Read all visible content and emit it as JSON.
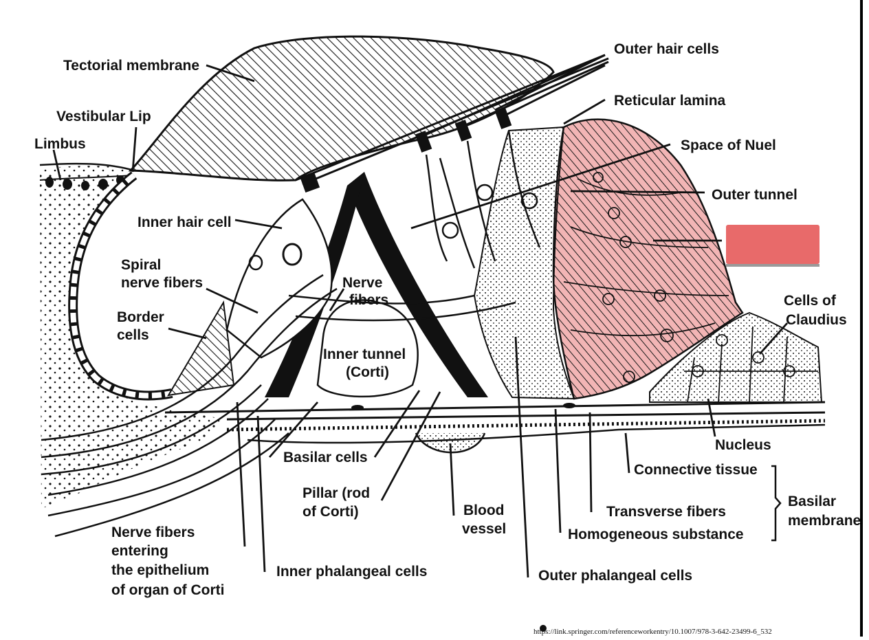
{
  "labels": {
    "tectorial_membrane": "Tectorial membrane",
    "vestibular_lip": "Vestibular Lip",
    "limbus": "Limbus",
    "inner_hair_cell": "Inner hair cell",
    "spiral_nerve_fibers_1": "Spiral",
    "spiral_nerve_fibers_2": "nerve fibers",
    "border_cells_1": "Border",
    "border_cells_2": "cells",
    "nerve_fibers_1": "Nerve",
    "nerve_fibers_2": "fibers",
    "inner_tunnel_1": "Inner tunnel",
    "inner_tunnel_2": "(Corti)",
    "outer_hair_cells": "Outer hair cells",
    "reticular_lamina": "Reticular lamina",
    "space_of_nuel": "Space of Nuel",
    "outer_tunnel": "Outer tunnel",
    "cells_of_claudius_1": "Cells of",
    "cells_of_claudius_2": "Claudius",
    "nucleus": "Nucleus",
    "connective_tissue": "Connective tissue",
    "basilar_membrane_1": "Basilar",
    "basilar_membrane_2": "membrane",
    "transverse_fibers": "Transverse fibers",
    "homogeneous_substance": "Homogeneous substance",
    "outer_phalangeal_cells": "Outer phalangeal cells",
    "inner_phalangeal_cells": "Inner phalangeal cells",
    "basilar_cells": "Basilar cells",
    "pillar_1": "Pillar (rod",
    "pillar_2": "of Corti)",
    "blood_vessel_1": "Blood",
    "blood_vessel_2": "vessel",
    "nerve_entering_1": "Nerve fibers",
    "nerve_entering_2": "entering",
    "nerve_entering_3": "the epithelium",
    "nerve_entering_4": "of organ of Corti"
  },
  "source_url": "https://link.springer.com/referenceworkentry/10.1007/978-3-642-23499-6_532",
  "colors": {
    "ink": "#111111",
    "highlight": "#e86a6a",
    "highlight_shade": "#f2b5b5",
    "bar_shadow": "#9a9a9a"
  }
}
